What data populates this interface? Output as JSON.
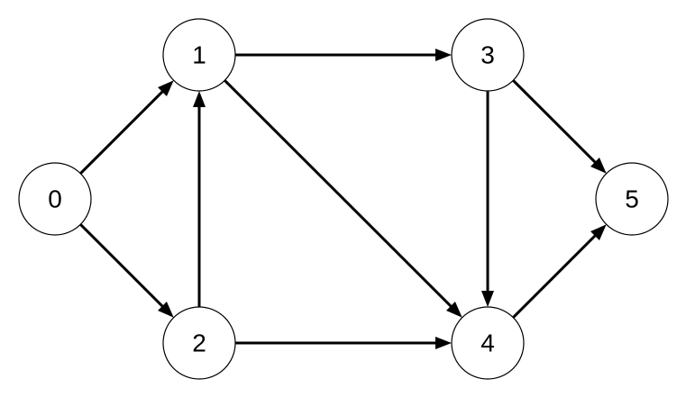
{
  "graph": {
    "nodes": [
      {
        "id": "0",
        "label": "0"
      },
      {
        "id": "1",
        "label": "1"
      },
      {
        "id": "2",
        "label": "2"
      },
      {
        "id": "3",
        "label": "3"
      },
      {
        "id": "4",
        "label": "4"
      },
      {
        "id": "5",
        "label": "5"
      }
    ],
    "edges": [
      {
        "from": "0",
        "to": "1"
      },
      {
        "from": "0",
        "to": "2"
      },
      {
        "from": "2",
        "to": "1"
      },
      {
        "from": "1",
        "to": "3"
      },
      {
        "from": "1",
        "to": "4"
      },
      {
        "from": "2",
        "to": "4"
      },
      {
        "from": "3",
        "to": "4"
      },
      {
        "from": "3",
        "to": "5"
      },
      {
        "from": "4",
        "to": "5"
      }
    ],
    "directed": true
  },
  "colors": {
    "stroke": "#000000",
    "node_fill": "#ffffff",
    "background": "#ffffff"
  }
}
